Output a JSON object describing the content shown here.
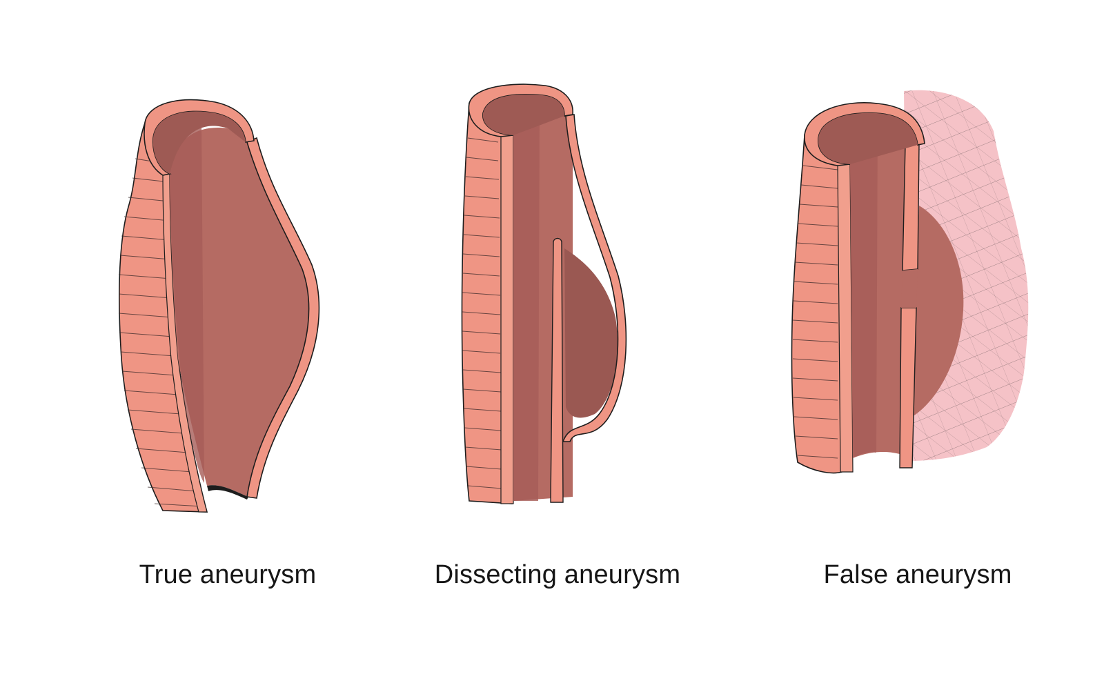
{
  "labels": {
    "true_aneurysm": "True aneurysm",
    "dissecting_aneurysm": "Dissecting aneurysm",
    "false_aneurysm": "False aneurysm"
  },
  "colors": {
    "wall": "#ef9584",
    "wall_stripe_face": "#e8927f",
    "lumen": "#b56b63",
    "lumen_dark": "#9e5a54",
    "outline": "#1d1d1d",
    "hematoma": "#f3b7bd"
  }
}
